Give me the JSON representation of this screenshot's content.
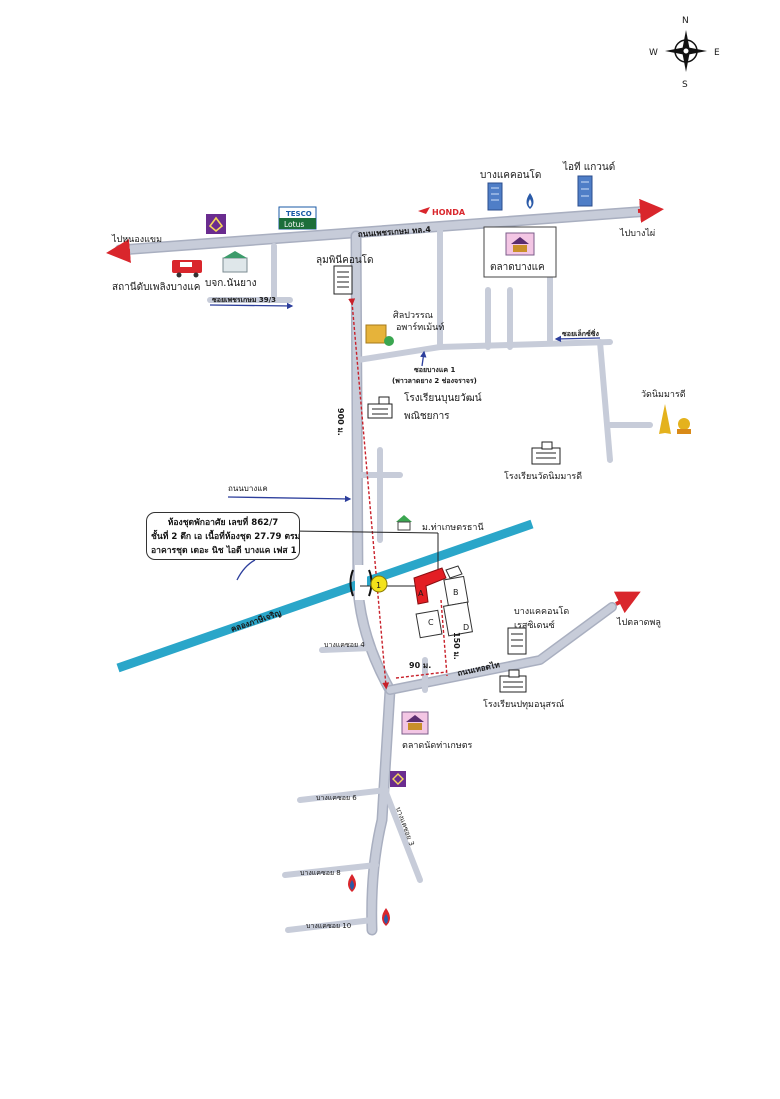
{
  "compass": {
    "n": "N",
    "s": "S",
    "e": "E",
    "w": "W"
  },
  "colors": {
    "road": "#c7ccd9",
    "road_edge": "#a9afc0",
    "canal": "#2aa6c9",
    "arrow_red": "#d9262c",
    "arrow_blue": "#2c3e9c",
    "distance": "#c8202a",
    "building_red": "#e31e24",
    "bank_purple": "#6a2c8f",
    "market_pink": "#f3c6e4"
  },
  "labels": {
    "to_nong_khaem": "ไปหนองแขม",
    "to_bang_phai": "ไปบางไผ่",
    "to_talad_phlu": "ไปตลาดพลู",
    "phetkasem_road": "ถนนเพชรเกษม ทล.4",
    "tesco_top": "TESCO",
    "tesco_bottom": "Lotus",
    "honda": "HONDA",
    "bangkae_condo": "บางแคคอนโด",
    "it_square": "ไอที แกวนด์",
    "fire_station": "สถานีดับเพลิงบางแค",
    "nanyang": "บจก.นันยาง",
    "lumpini_condo": "ลุมพินีคอนโด",
    "bangkae_market": "ตลาดบางแค",
    "soi_phetkasem": "ซอยเพชรเกษม 39/3",
    "silpawan": "ศิลปวรรณ",
    "apartment": "อพาร์ทเม้นท์",
    "soi_lak_song": "ซอยเล็กซ์ซิ่ง",
    "soi_bangkae_1": "ซอยบางแค 1",
    "soi_bangkae_1_sub": "(พาวลาดยาง 2 ช่องจราจร)",
    "school_boon": "โรงเรียนบุนยวัฒน์",
    "school_boon_2": "พณิชยการ",
    "wat_nim": "วัดนิมมารดี",
    "school_wat_nim": "โรงเรียนวัดนิมมารดี",
    "dist_900": "900 ม.",
    "bangkae_road": "ถนนบางแค",
    "mor_thakaset": "ม.ท่าเกษตรธานี",
    "canal_name": "คลองภาษีเจริญ",
    "bangkae_condo_2": "บางแคคอนโด",
    "bangkae_condo_2b": "เรสซิเดนซ์",
    "soi_4": "บางแคซอย 4",
    "dist_90": "90 ม.",
    "dist_150": "150 ม.",
    "thoet_thai_road": "ถนนเทอดไท",
    "school_pathum": "โรงเรียนปทุมอนุสรณ์",
    "market_thakaset": "ตลาดนัดท่าเกษตร",
    "soi_6": "บางแคซอย 6",
    "soi_3": "บางแคซอย 3",
    "soi_8": "บางแคซอย 8",
    "soi_10": "บางแคซอย 10",
    "bldg_a": "A",
    "bldg_b": "B",
    "bldg_c": "C",
    "bldg_d": "D",
    "marker": "1"
  },
  "callout": {
    "line1": "ห้องชุดพักอาศัย เลขที่ 862/7",
    "line2": "ชั้นที่ 2 ตึก เอ เนื้อที่ห้องชุด 27.79 ตรม.",
    "line3": "อาคารชุด เดอะ นิช ไอดี บางแค เฟส 1"
  }
}
